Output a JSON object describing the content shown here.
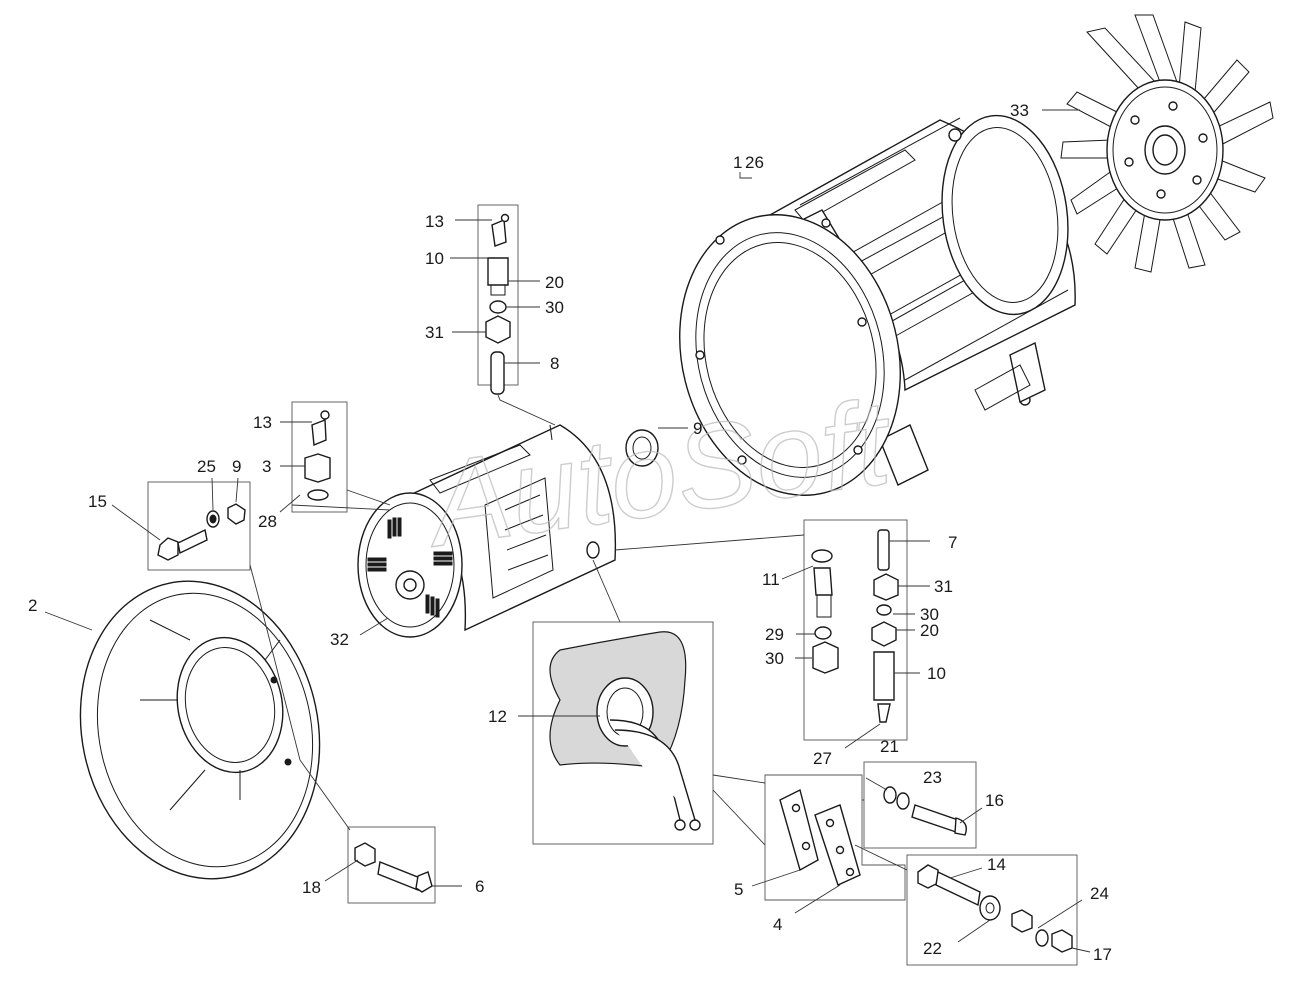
{
  "diagram": {
    "watermark": "AutoSoft",
    "callouts": {
      "p33": "33",
      "p1": "1",
      "p26": "26",
      "p13a": "13",
      "p10a": "10",
      "p20a": "20",
      "p30a": "30",
      "p31a": "31",
      "p8": "8",
      "p13b": "13",
      "p3": "3",
      "p28": "28",
      "p25": "25",
      "p9a": "9",
      "p9b": "9",
      "p15": "15",
      "p2": "2",
      "p32": "32",
      "p7": "7",
      "p11": "11",
      "p31b": "31",
      "p29": "29",
      "p30b": "30",
      "p30c": "30",
      "p20b": "20",
      "p10b": "10",
      "p12": "12",
      "p27": "27",
      "p21": "21",
      "p23": "23",
      "p16": "16",
      "p14": "14",
      "p5": "5",
      "p4": "4",
      "p24": "24",
      "p22": "22",
      "p17": "17",
      "p18": "18",
      "p6": "6"
    }
  }
}
